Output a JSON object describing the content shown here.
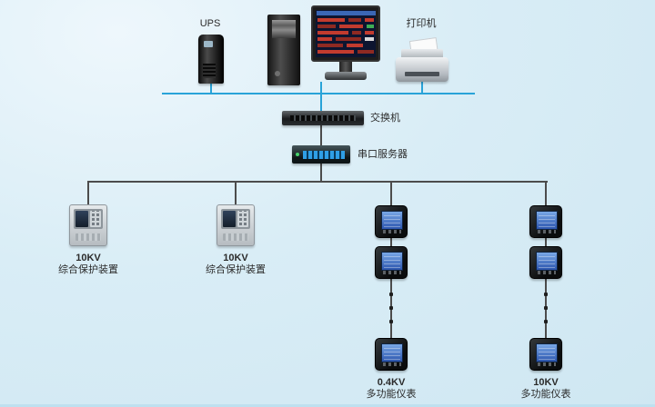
{
  "colors": {
    "background": "#d9edf6",
    "bus_line": "#29a3d8",
    "branch_line": "#4c4c4c",
    "meter_screen": "#2c55ad",
    "label_text": "#2b2b2b"
  },
  "devices": {
    "ups": {
      "label": "UPS"
    },
    "printer": {
      "label": "打印机"
    },
    "switch": {
      "label": "交换机"
    },
    "serial_server": {
      "label": "串口服务器"
    },
    "protection_left": {
      "voltage": "10KV",
      "name": "综合保护装置"
    },
    "protection_mid": {
      "voltage": "10KV",
      "name": "综合保护装置"
    },
    "meters_04kv": {
      "voltage": "0.4KV",
      "name": "多功能仪表"
    },
    "meters_10kv": {
      "voltage": "10KV",
      "name": "多功能仪表"
    }
  }
}
